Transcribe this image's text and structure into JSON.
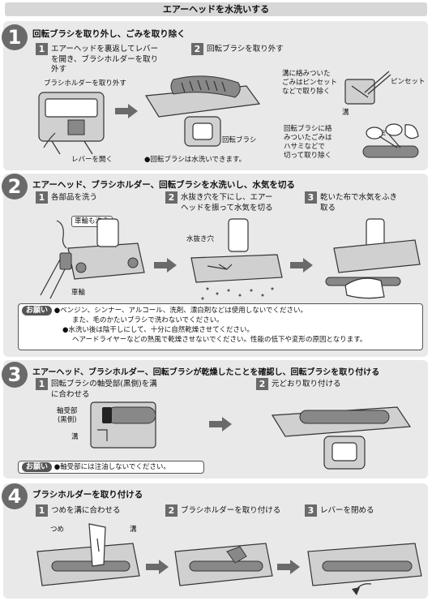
{
  "page_title": "エアーヘッドを水洗いする",
  "step1": {
    "num": "1",
    "title": "回転ブラシを取り外し、ごみを取り除く",
    "sub1_num": "1",
    "sub1_text_a": "エアーヘッドを裏返してレバー",
    "sub1_text_b": "を開き、ブラシホルダーを取り",
    "sub1_text_c": "外す",
    "sub2_num": "2",
    "sub2_text": "回転ブラシを取り外す",
    "label_holder": "ブラシホルダーを取り外す",
    "label_lever": "レバーを開く",
    "label_brush": "回転ブラシ",
    "note_washable": "●回転ブラシは水洗いできます。",
    "label_tangle_a": "溝に絡みついた",
    "label_tangle_b": "ごみはピンセット",
    "label_tangle_c": "などで取り除く",
    "label_tweezers": "ピンセット",
    "label_groove": "溝",
    "label_scissors_a": "回転ブラシに絡",
    "label_scissors_b": "みついたごみは",
    "label_scissors_c": "ハサミなどで",
    "label_scissors_d": "切って取り除く",
    "label_scissors": "ハサミ"
  },
  "step2": {
    "num": "2",
    "title": "エアーヘッド、ブラシホルダー、回転ブラシを水洗いし、水気を切る",
    "sub1_num": "1",
    "sub1_text": "各部品を洗う",
    "sub2_num": "2",
    "sub2_text_a": "水抜き穴を下にし、エアー",
    "sub2_text_b": "ヘッドを振って水気を切る",
    "sub3_num": "3",
    "sub3_text_a": "乾いた布で水気をふき",
    "sub3_text_b": "取る",
    "label_wheel_wash": "車輪も洗う",
    "label_wheel": "車輪",
    "label_drain": "水抜き穴",
    "note_tag": "お願い",
    "note_line1": "●ベンジン、シンナー、アルコール、洗剤、漂白剤などは使用しないでください。",
    "note_line2": "また、毛のかたいブラシで洗わないでください。",
    "note_line3": "●水洗い後は陰干しにして、十分に自然乾燥させてください。",
    "note_line4": "ヘアードライヤーなどの熱風で乾燥させないでください。性能の低下や変形の原因となります。"
  },
  "step3": {
    "num": "3",
    "title": "エアーヘッド、ブラシホルダー、回転ブラシが乾燥したことを確認し、回転ブラシを取り付ける",
    "sub1_num": "1",
    "sub1_text_a": "回転ブラシの軸受部(黒側)を溝",
    "sub1_text_b": "に合わせる",
    "sub2_num": "2",
    "sub2_text": "元どおり取り付ける",
    "label_bearing_a": "軸受部",
    "label_bearing_b": "(黒側)",
    "label_groove": "溝",
    "note_tag": "お願い",
    "note_line1": "●軸受部には注油しないでください。"
  },
  "step4": {
    "num": "4",
    "title": "ブラシホルダーを取り付ける",
    "sub1_num": "1",
    "sub1_text": "つめを溝に合わせる",
    "sub2_num": "2",
    "sub2_text": "ブラシホルダーを取り付ける",
    "sub3_num": "3",
    "sub3_text": "レバーを閉める",
    "label_claw": "つめ",
    "label_groove": "溝"
  }
}
